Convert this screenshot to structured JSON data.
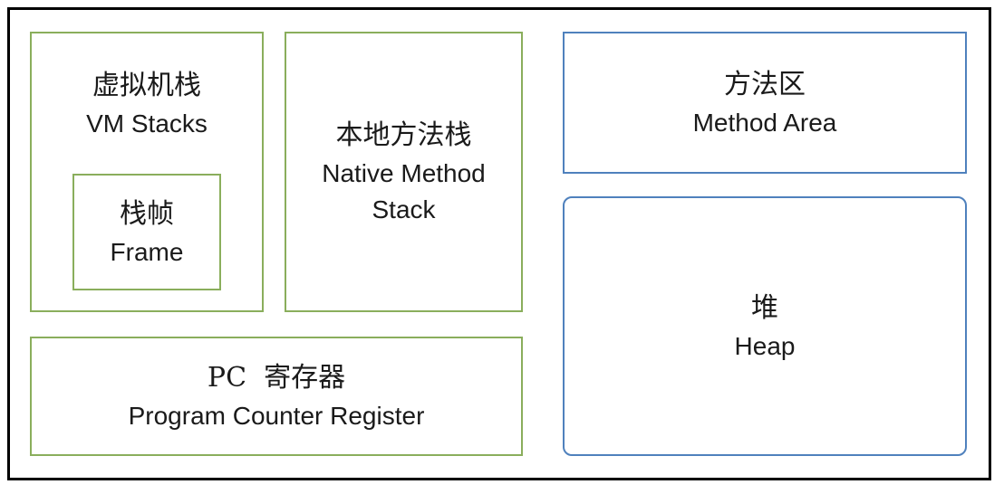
{
  "colors": {
    "outer_border": "#000000",
    "green_border": "#8aae5c",
    "blue_border": "#4f81bd",
    "background": "#ffffff",
    "text": "#1a1a1a"
  },
  "boxes": {
    "vm_stacks": {
      "zh": "虚拟机栈",
      "en": "VM Stacks"
    },
    "frame": {
      "zh": "栈帧",
      "en": "Frame"
    },
    "native_method_stack": {
      "zh": "本地方法栈",
      "en_lines": [
        "Native Method",
        "Stack"
      ]
    },
    "pc_register": {
      "zh": "PC  寄存器",
      "en": "Program Counter Register"
    },
    "method_area": {
      "zh": "方法区",
      "en": "Method Area"
    },
    "heap": {
      "zh": "堆",
      "en": "Heap"
    }
  }
}
